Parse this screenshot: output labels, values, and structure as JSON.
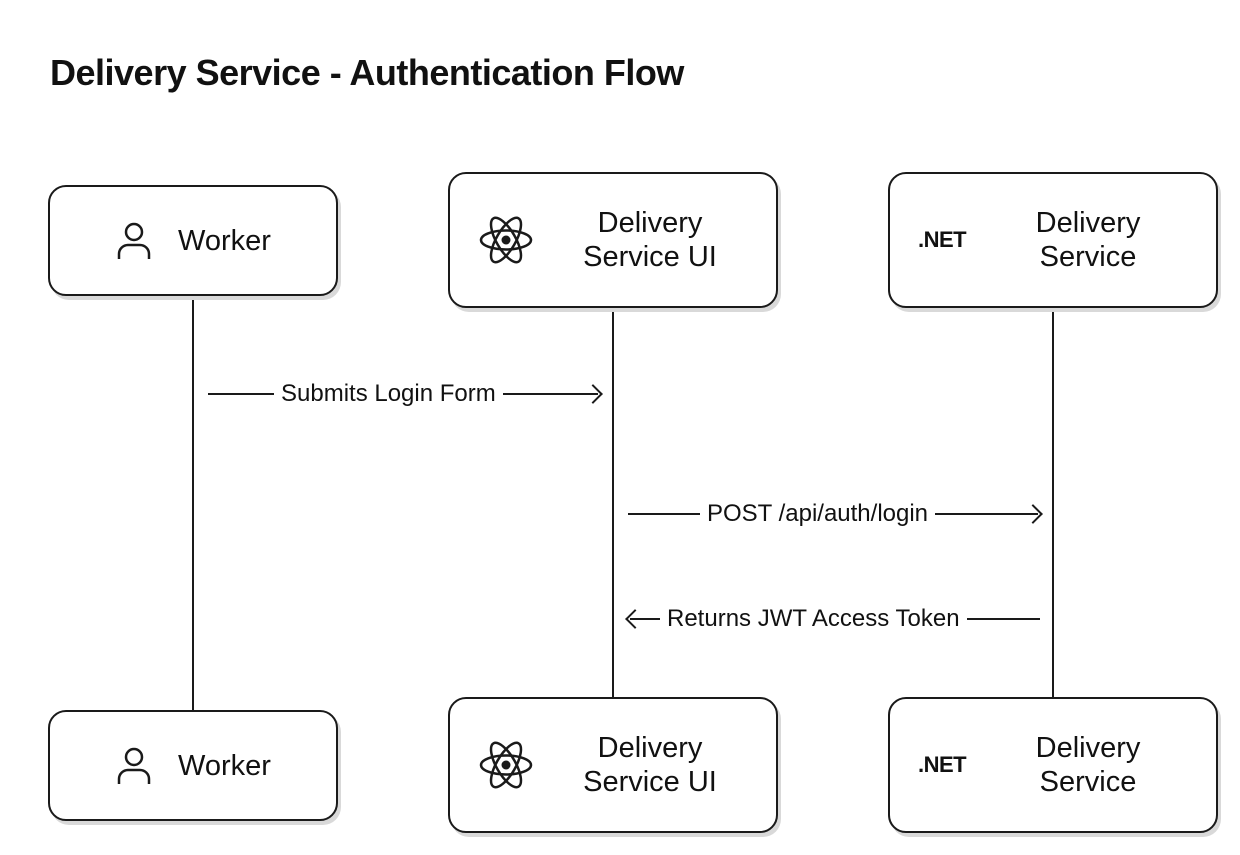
{
  "diagram": {
    "title": "Delivery Service - Authentication Flow",
    "participants": [
      {
        "label_lines": [
          "Worker"
        ],
        "icon": "user-icon"
      },
      {
        "label_lines": [
          "Delivery",
          "Service UI"
        ],
        "icon": "react-icon"
      },
      {
        "label_lines": [
          "Delivery",
          "Service"
        ],
        "icon": "dotnet-icon",
        "icon_text": ".NET"
      }
    ],
    "messages": [
      {
        "from": "Worker",
        "to": "Delivery Service UI",
        "label": "Submits Login Form"
      },
      {
        "from": "Delivery Service UI",
        "to": "Delivery Service",
        "label": "POST /api/auth/login"
      },
      {
        "from": "Delivery Service",
        "to": "Delivery Service UI",
        "label": "Returns JWT Access Token"
      }
    ]
  }
}
